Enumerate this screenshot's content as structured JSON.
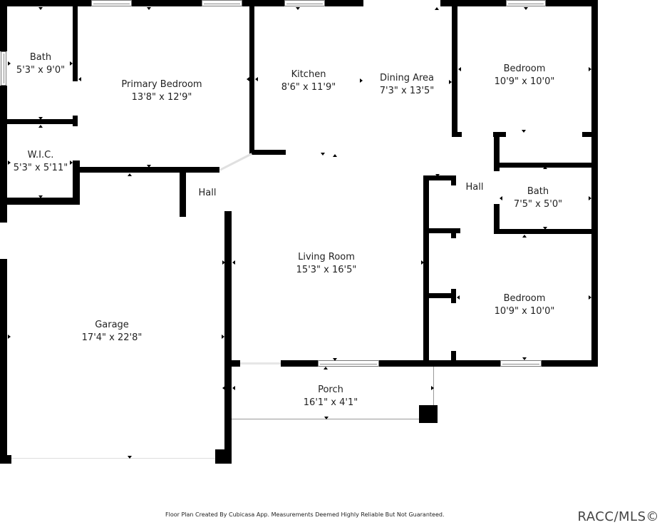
{
  "floor_plan": {
    "rooms": [
      {
        "name": "Bath",
        "dimensions": "5'3\" x 9'0\""
      },
      {
        "name": "Primary Bedroom",
        "dimensions": "13'8\" x 12'9\""
      },
      {
        "name": "Kitchen",
        "dimensions": "8'6\" x 11'9\""
      },
      {
        "name": "Dining Area",
        "dimensions": "7'3\" x 13'5\""
      },
      {
        "name": "Bedroom",
        "dimensions": "10'9\" x 10'0\""
      },
      {
        "name": "W.I.C.",
        "dimensions": "5'3\" x 5'11\""
      },
      {
        "name": "Hall",
        "dimensions": ""
      },
      {
        "name": "Hall",
        "dimensions": ""
      },
      {
        "name": "Bath",
        "dimensions": "7'5\" x 5'0\""
      },
      {
        "name": "Living Room",
        "dimensions": "15'3\" x 16'5\""
      },
      {
        "name": "Bedroom",
        "dimensions": "10'9\" x 10'0\""
      },
      {
        "name": "Garage",
        "dimensions": "17'4\" x 22'8\""
      },
      {
        "name": "Porch",
        "dimensions": "16'1\" x 4'1\""
      }
    ]
  },
  "footer": {
    "disclaimer": "Floor Plan Created By Cubicasa App. Measurements Deemed Highly Reliable But Not Guaranteed.",
    "watermark": "RACC/MLS©"
  },
  "colors": {
    "wall": "#000000",
    "background": "#ffffff",
    "text": "#222222"
  }
}
